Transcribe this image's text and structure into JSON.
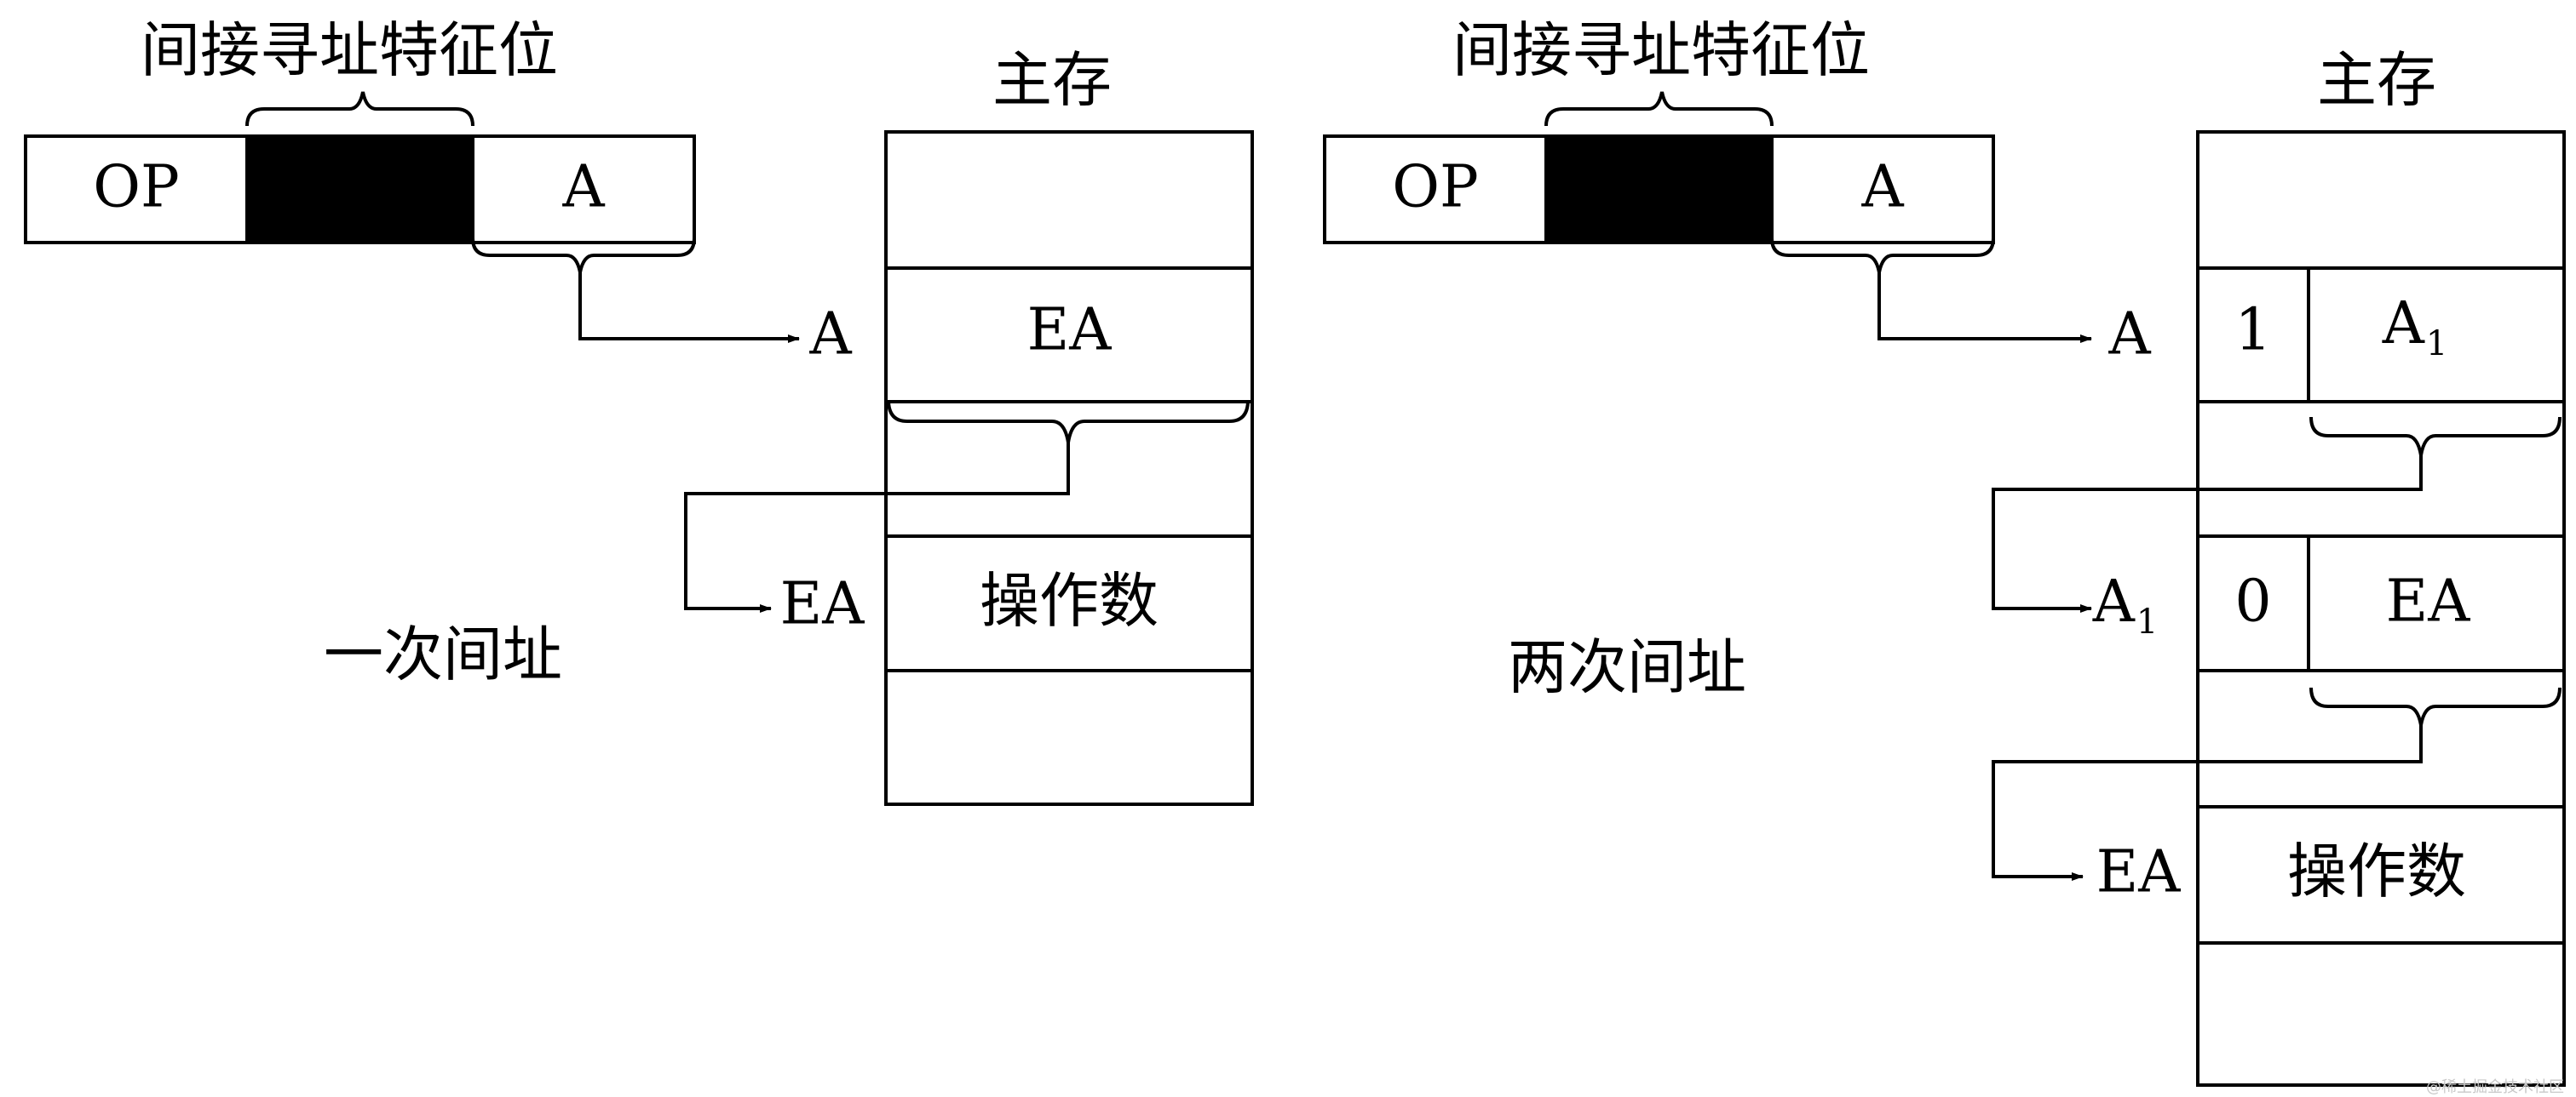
{
  "left": {
    "indirect_flag_label": "间接寻址特征位",
    "main_memory_label": "主存",
    "op": "OP",
    "a": "A",
    "arrow_a": "A",
    "cell_ea": "EA",
    "arrow_ea": "EA",
    "cell_operand": "操作数",
    "caption": "一次间址"
  },
  "right": {
    "indirect_flag_label": "间接寻址特征位",
    "main_memory_label": "主存",
    "op": "OP",
    "a": "A",
    "arrow_a": "A",
    "cell1_flag": "1",
    "cell1_value": "A",
    "cell1_sub": "1",
    "arrow_a1": "A",
    "arrow_a1_sub": "1",
    "cell2_flag": "0",
    "cell2_value": "EA",
    "arrow_ea": "EA",
    "cell_operand": "操作数",
    "caption": "两次间址"
  },
  "watermark": "@稀土掘金技术社区"
}
